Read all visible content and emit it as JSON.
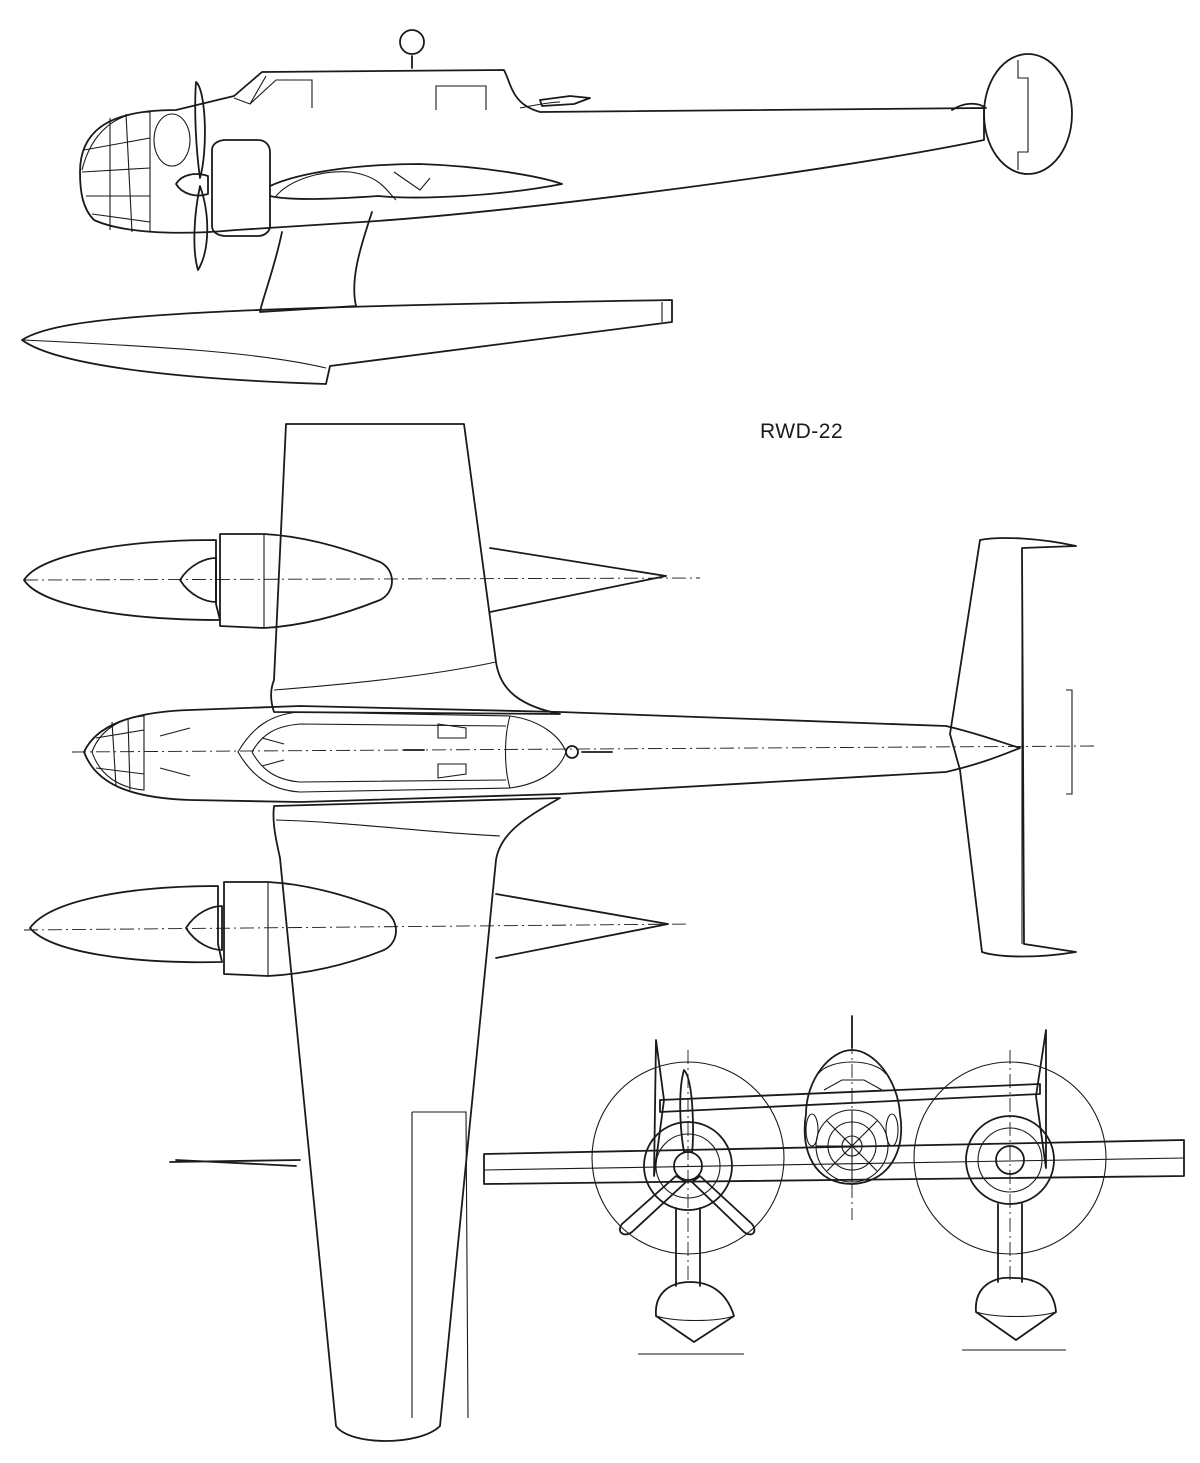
{
  "drawing": {
    "designation": "RWD-22",
    "views": [
      "side-view",
      "top-view",
      "front-view"
    ]
  }
}
